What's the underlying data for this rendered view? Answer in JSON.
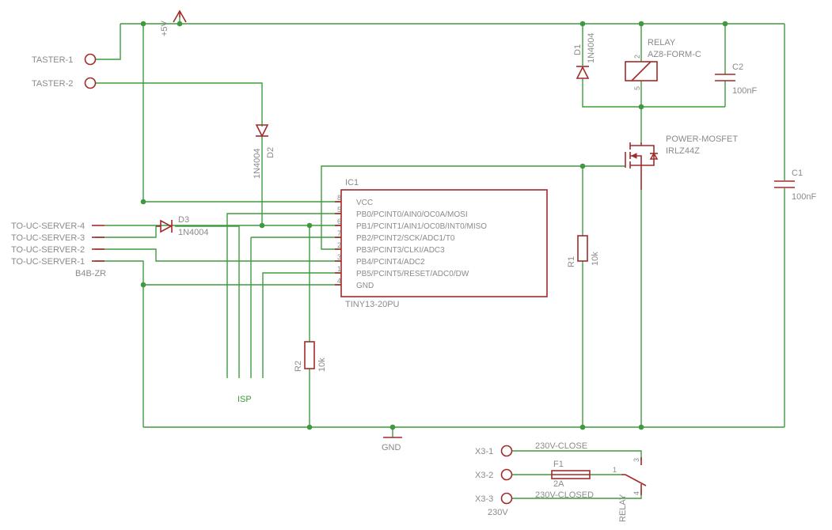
{
  "power": {
    "vcc_label": "+5V",
    "gnd_label": "GND"
  },
  "connectors": {
    "taster1": "TASTER-1",
    "taster2": "TASTER-2",
    "uc4": "TO-UC-SERVER-4",
    "uc3": "TO-UC-SERVER-3",
    "uc2": "TO-UC-SERVER-2",
    "uc1": "TO-UC-SERVER-1",
    "uc_part": "B4B-ZR",
    "x31": "X3-1",
    "x32": "X3-2",
    "x33": "X3-3",
    "x3_value": "230V"
  },
  "ic": {
    "name": "IC1",
    "part": "TINY13-20PU",
    "pins": [
      {
        "num": "8",
        "label": "VCC"
      },
      {
        "num": "5",
        "label": "PB0/PCINT0/AIN0/OC0A/MOSI"
      },
      {
        "num": "6",
        "label": "PB1/PCINT1/AIN1/OC0B/INT0/MISO"
      },
      {
        "num": "7",
        "label": "PB2/PCINT2/SCK/ADC1/T0"
      },
      {
        "num": "2",
        "label": "PB3/PCINT3/CLKI/ADC3"
      },
      {
        "num": "3",
        "label": "PB4/PCINT4/ADC2"
      },
      {
        "num": "1",
        "label": "PB5/PCINT5/RESET/ADC0/DW"
      },
      {
        "num": "4",
        "label": "GND"
      }
    ]
  },
  "diodes": {
    "d1_name": "D1",
    "d1_value": "1N4004",
    "d2_name": "D2",
    "d2_value": "1N4004",
    "d3_name": "D3",
    "d3_value": "1N4004"
  },
  "relay": {
    "name": "RELAY",
    "part": "AZ8-FORM-C",
    "coil_pin_top": "2",
    "coil_pin_bottom": "5",
    "contact_pin_1": "1",
    "contact_pin_3": "3",
    "contact_pin_4": "4",
    "contact_label": "RELAY"
  },
  "capacitors": {
    "c1_name": "C1",
    "c1_value": "100nF",
    "c2_name": "C2",
    "c2_value": "100nF"
  },
  "mosfet": {
    "name": "POWER-MOSFET",
    "part": "IRLZ44Z"
  },
  "resistors": {
    "r1_name": "R1",
    "r1_value": "10k",
    "r2_name": "R2",
    "r2_value": "10k"
  },
  "fuse": {
    "name": "F1",
    "value": "2A"
  },
  "nets": {
    "isp": "ISP",
    "close": "230V-CLOSE",
    "closed": "230V-CLOSED"
  }
}
